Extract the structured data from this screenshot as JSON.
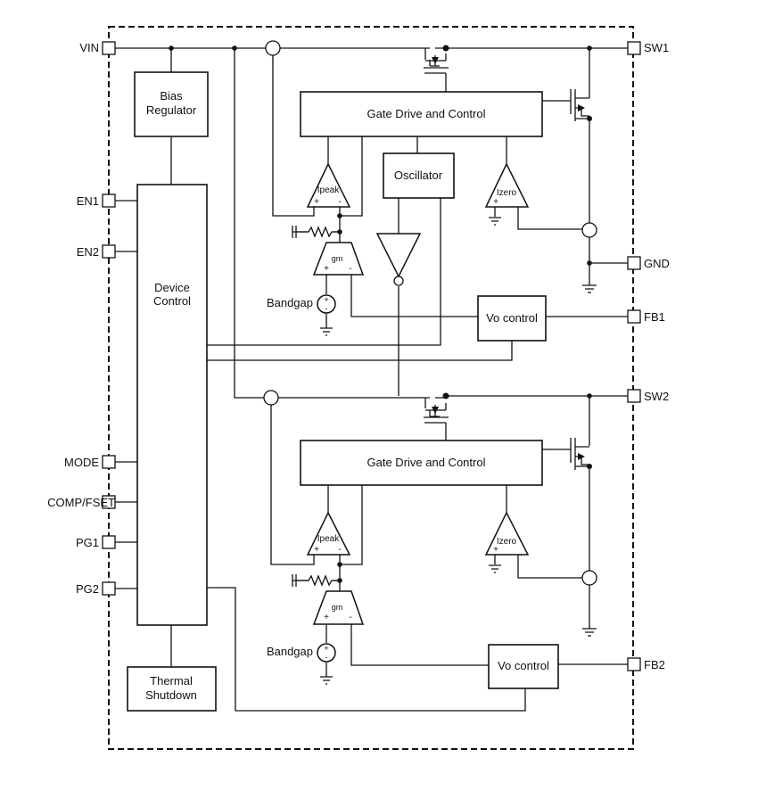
{
  "pins": {
    "vin": "VIN",
    "en1": "EN1",
    "en2": "EN2",
    "mode": "MODE",
    "comp_fset": "COMP/FSET",
    "pg1": "PG1",
    "pg2": "PG2",
    "sw1": "SW1",
    "gnd": "GND",
    "fb1": "FB1",
    "sw2": "SW2",
    "fb2": "FB2"
  },
  "blocks": {
    "bias_regulator": [
      "Bias",
      "Regulator"
    ],
    "device_control": [
      "Device",
      "Control"
    ],
    "thermal_shutdown": [
      "Thermal",
      "Shutdown"
    ],
    "oscillator": "Oscillator",
    "gate_drive_1": "Gate Drive and Control",
    "gate_drive_2": "Gate Drive and Control",
    "vo_control_1": "Vo control",
    "vo_control_2": "Vo control"
  },
  "channel1": {
    "ipeak": "Ipeak",
    "izero": "Izero",
    "gm": "gm",
    "bandgap": "Bandgap"
  },
  "channel2": {
    "ipeak": "Ipeak",
    "izero": "Izero",
    "gm": "gm",
    "bandgap": "Bandgap"
  },
  "signs": {
    "plus": "+",
    "minus": "-"
  }
}
